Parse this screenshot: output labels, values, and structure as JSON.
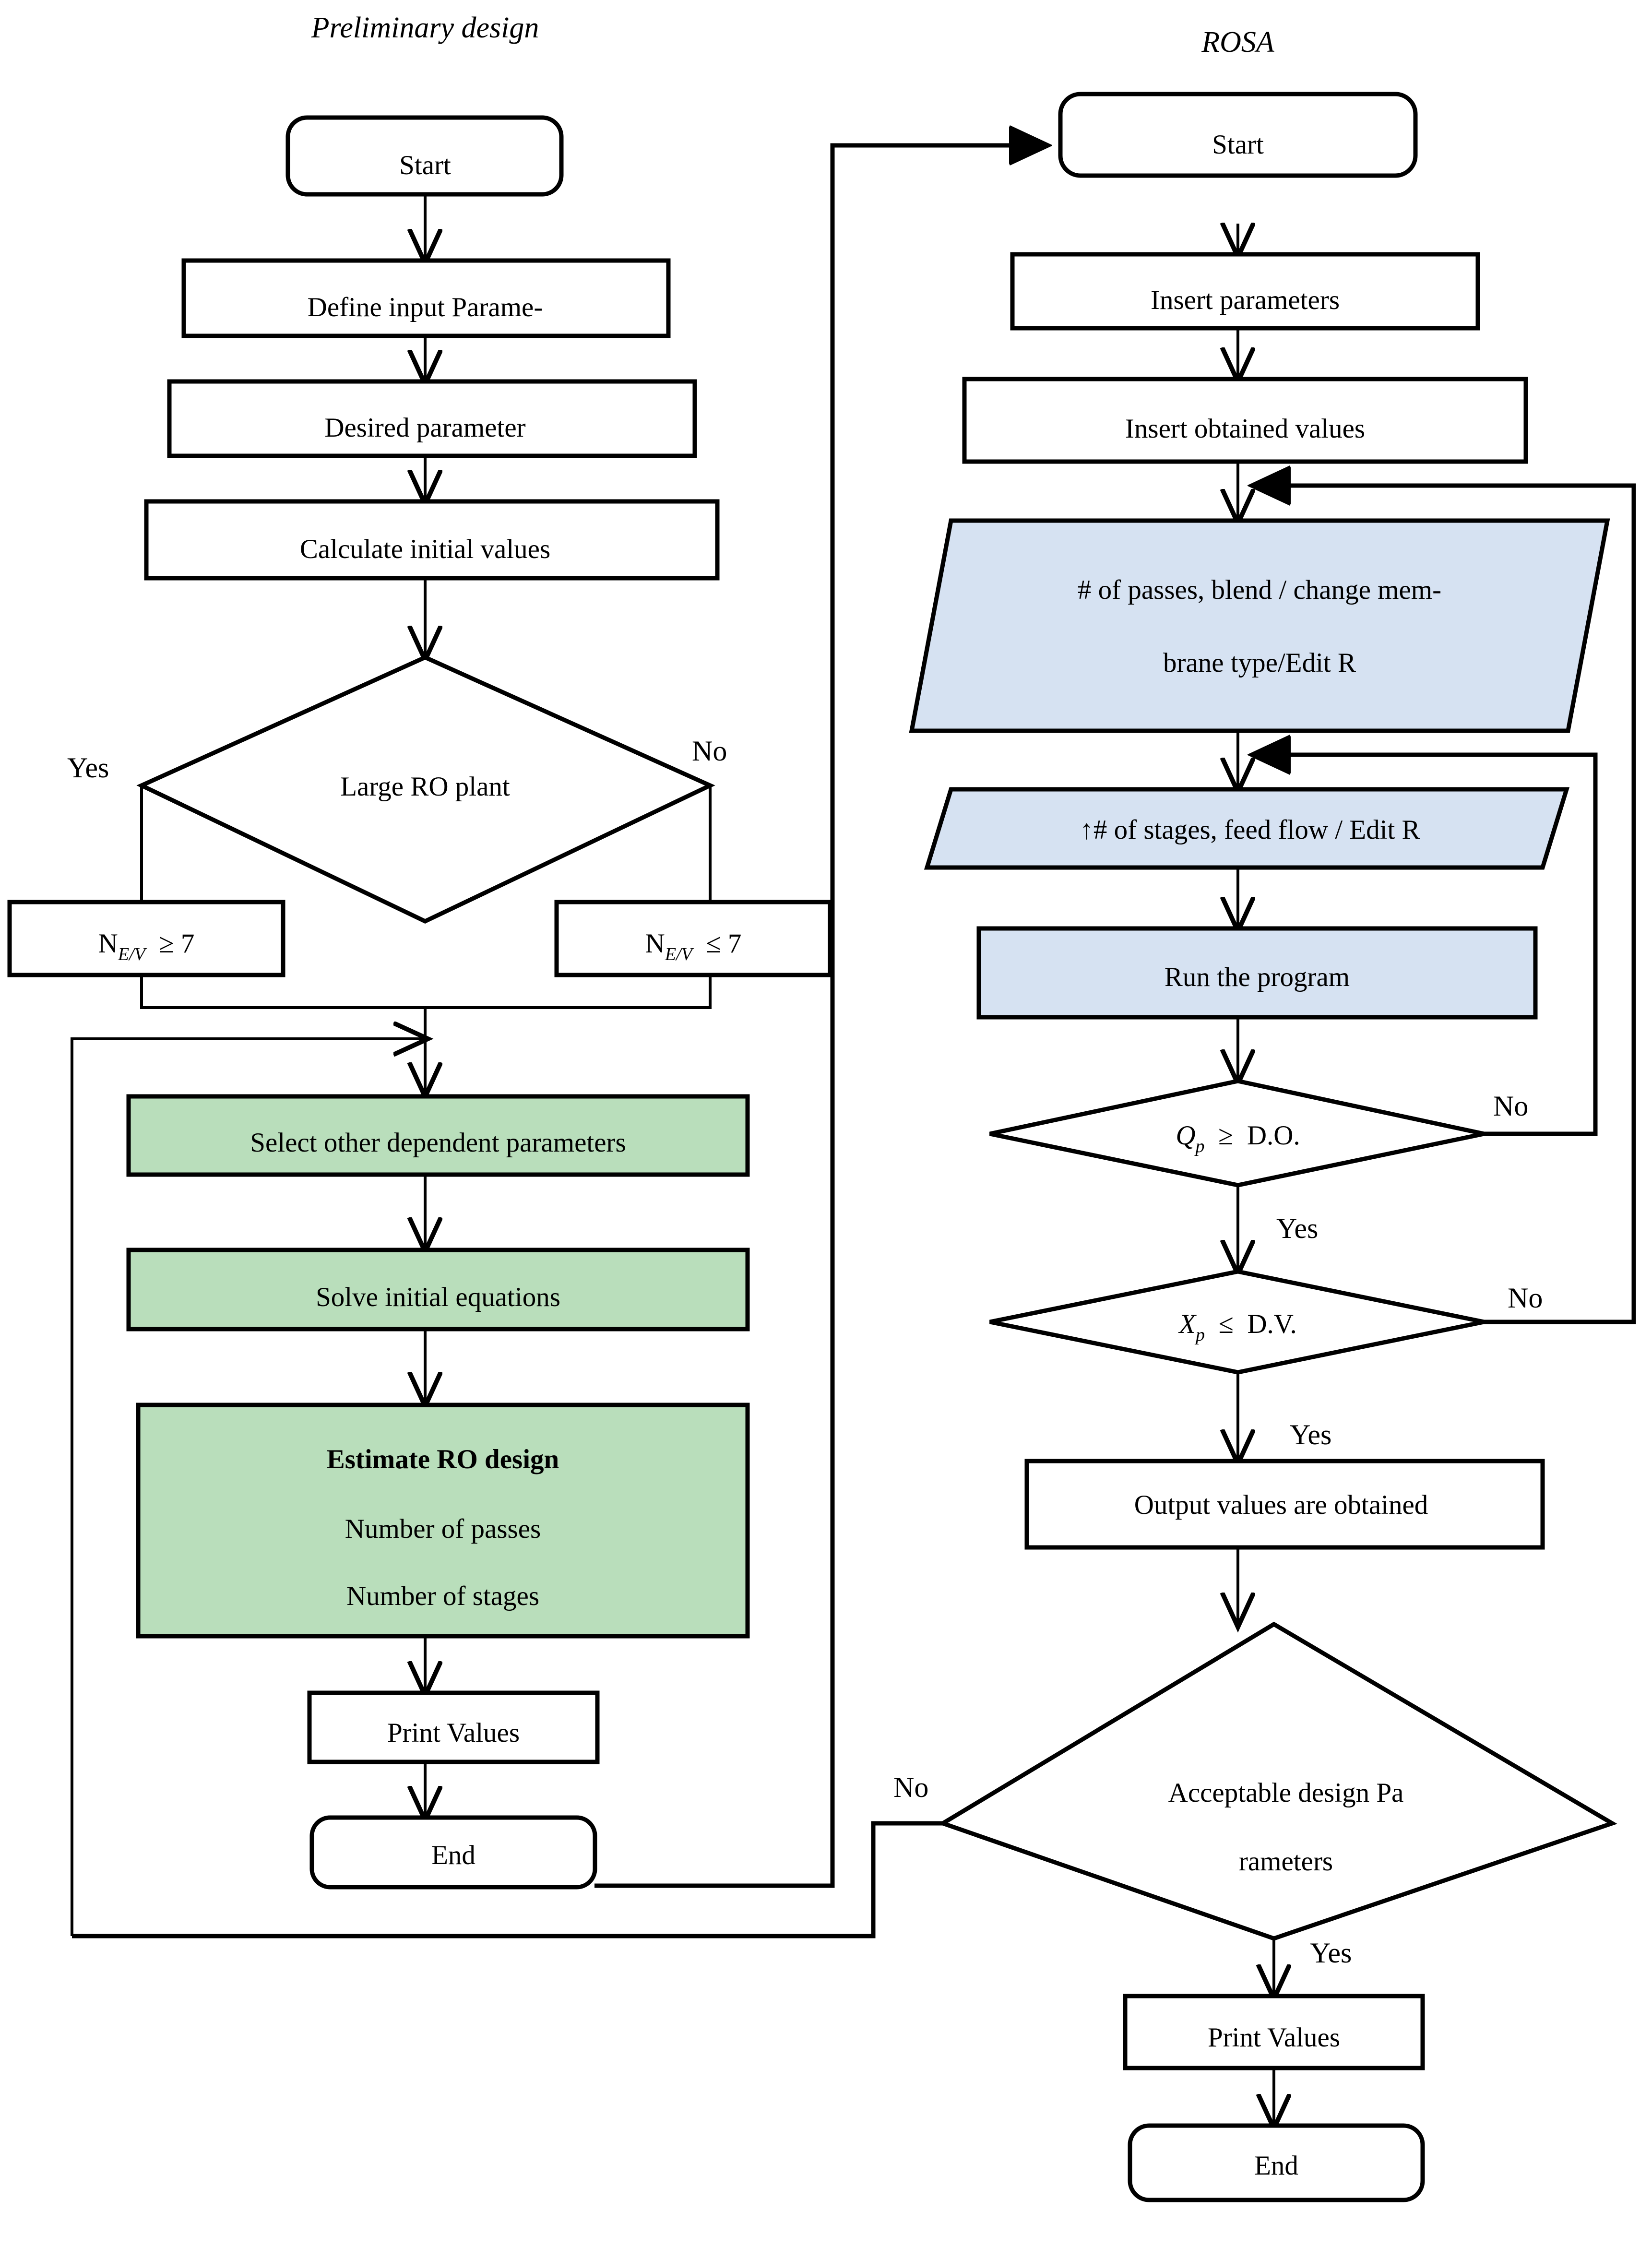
{
  "diagram": {
    "title_left": "Preliminary design",
    "title_right": "ROSA",
    "colors": {
      "green_fill": "#b9debb",
      "blue_fill": "#d6e2f2",
      "white_fill": "#ffffff",
      "stroke": "#000000",
      "background": "#ffffff"
    }
  },
  "left_flow": {
    "start": "Start",
    "define_input": "Define input Parame-",
    "desired_parameter": "Desired parameter",
    "calculate_initial": "Calculate initial values",
    "decision": "Large RO plant",
    "decision_yes": "Yes",
    "decision_no": "No",
    "branch_yes_box": {
      "symbol": "N",
      "subscript": "E/V",
      "operator": "≥",
      "value": "7"
    },
    "branch_no_box": {
      "symbol": "N",
      "subscript": "E/V",
      "operator": "≤",
      "value": "7"
    },
    "select_other": "Select other dependent parameters",
    "solve_initial": "Solve initial equations",
    "estimate_title": "Estimate RO design",
    "estimate_line2": "Number of passes",
    "estimate_line3": "Number of stages",
    "print_values": "Print Values",
    "end": "End"
  },
  "right_flow": {
    "start": "Start",
    "insert_parameters": "Insert parameters",
    "insert_obtained": "Insert obtained values",
    "passes_line1": "# of passes, blend / change mem-",
    "passes_line2": "brane type/Edit R",
    "stages": "↑# of stages, feed flow / Edit R",
    "run_program": "Run the program",
    "decision_qp": {
      "symbol": "Q",
      "subscript": "p",
      "operator": "≥",
      "target": "D.O."
    },
    "decision_qp_yes": "Yes",
    "decision_qp_no": "No",
    "decision_xp": {
      "symbol": "X",
      "subscript": "p",
      "operator": "≤",
      "target": "D.V."
    },
    "decision_xp_yes": "Yes",
    "decision_xp_no": "No",
    "output_values": "Output values are obtained",
    "acceptable_line1": "Acceptable design Pa",
    "acceptable_line2": "rameters",
    "acceptable_yes": "Yes",
    "acceptable_no": "No",
    "print_values": "Print Values",
    "end": "End"
  }
}
